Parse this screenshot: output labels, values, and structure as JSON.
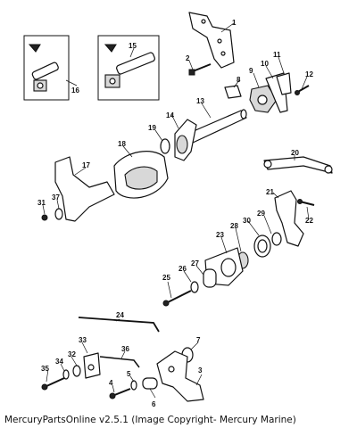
{
  "footer": "MercuryPartsOnline v2.5.1 (Image Copyright- Mercury Marine)",
  "callouts": {
    "c1": "1",
    "c2": "2",
    "c3": "3",
    "c4": "4",
    "c5": "5",
    "c6": "6",
    "c7": "7",
    "c8": "8",
    "c9": "9",
    "c10": "10",
    "c11": "11",
    "c12": "12",
    "c13": "13",
    "c14": "14",
    "c15": "15",
    "c16": "16",
    "c17": "17",
    "c18": "18",
    "c19": "19",
    "c20": "20",
    "c21": "21",
    "c22": "22",
    "c23": "23",
    "c24": "24",
    "c25": "25",
    "c26": "26",
    "c27": "27",
    "c28": "28",
    "c29": "29",
    "c30": "30",
    "c31": "31",
    "c32": "32",
    "c33": "33",
    "c34": "34",
    "c35": "35",
    "c36": "36",
    "c37": "37"
  }
}
